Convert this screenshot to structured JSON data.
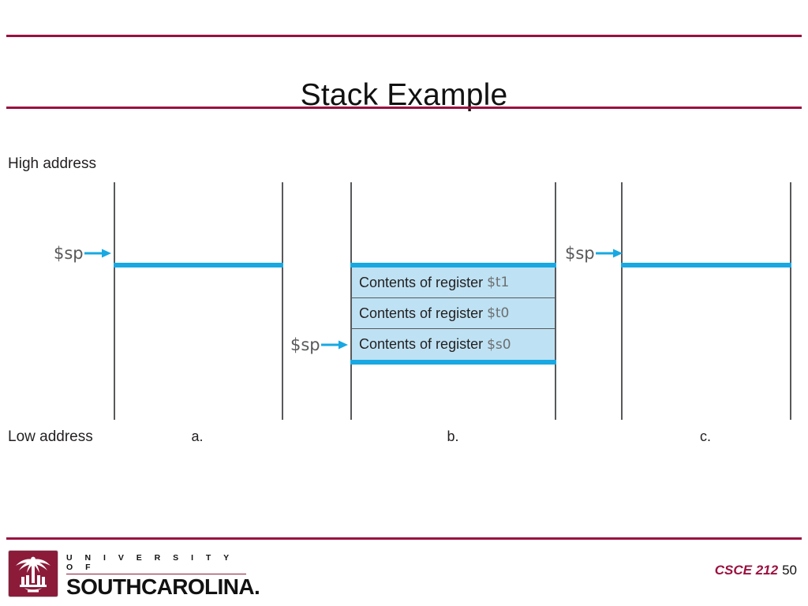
{
  "slide": {
    "title": "Stack Example",
    "number": "50",
    "course_code": "CSCE 212",
    "accent_color": "#9B1040",
    "stack_blue": "#18A8E2",
    "cell_fill": "#BEE2F3"
  },
  "figure": {
    "high_address_label": "High address",
    "low_address_label": "Low address",
    "panels": [
      {
        "caption": "a.",
        "sp_label": "$sp",
        "cells": []
      },
      {
        "caption": "b.",
        "sp_label": "$sp",
        "cells": [
          {
            "text": "Contents of register",
            "register": "$t1"
          },
          {
            "text": "Contents of register",
            "register": "$t0"
          },
          {
            "text": "Contents of register",
            "register": "$s0"
          }
        ]
      },
      {
        "caption": "c.",
        "sp_label": "$sp",
        "cells": []
      }
    ]
  },
  "footer": {
    "university_top": "U N I V E R S I T Y   O F",
    "university_main": "SOUTHCAROLINA.",
    "logo_alt": "palmetto-tree-crescent-logo"
  }
}
